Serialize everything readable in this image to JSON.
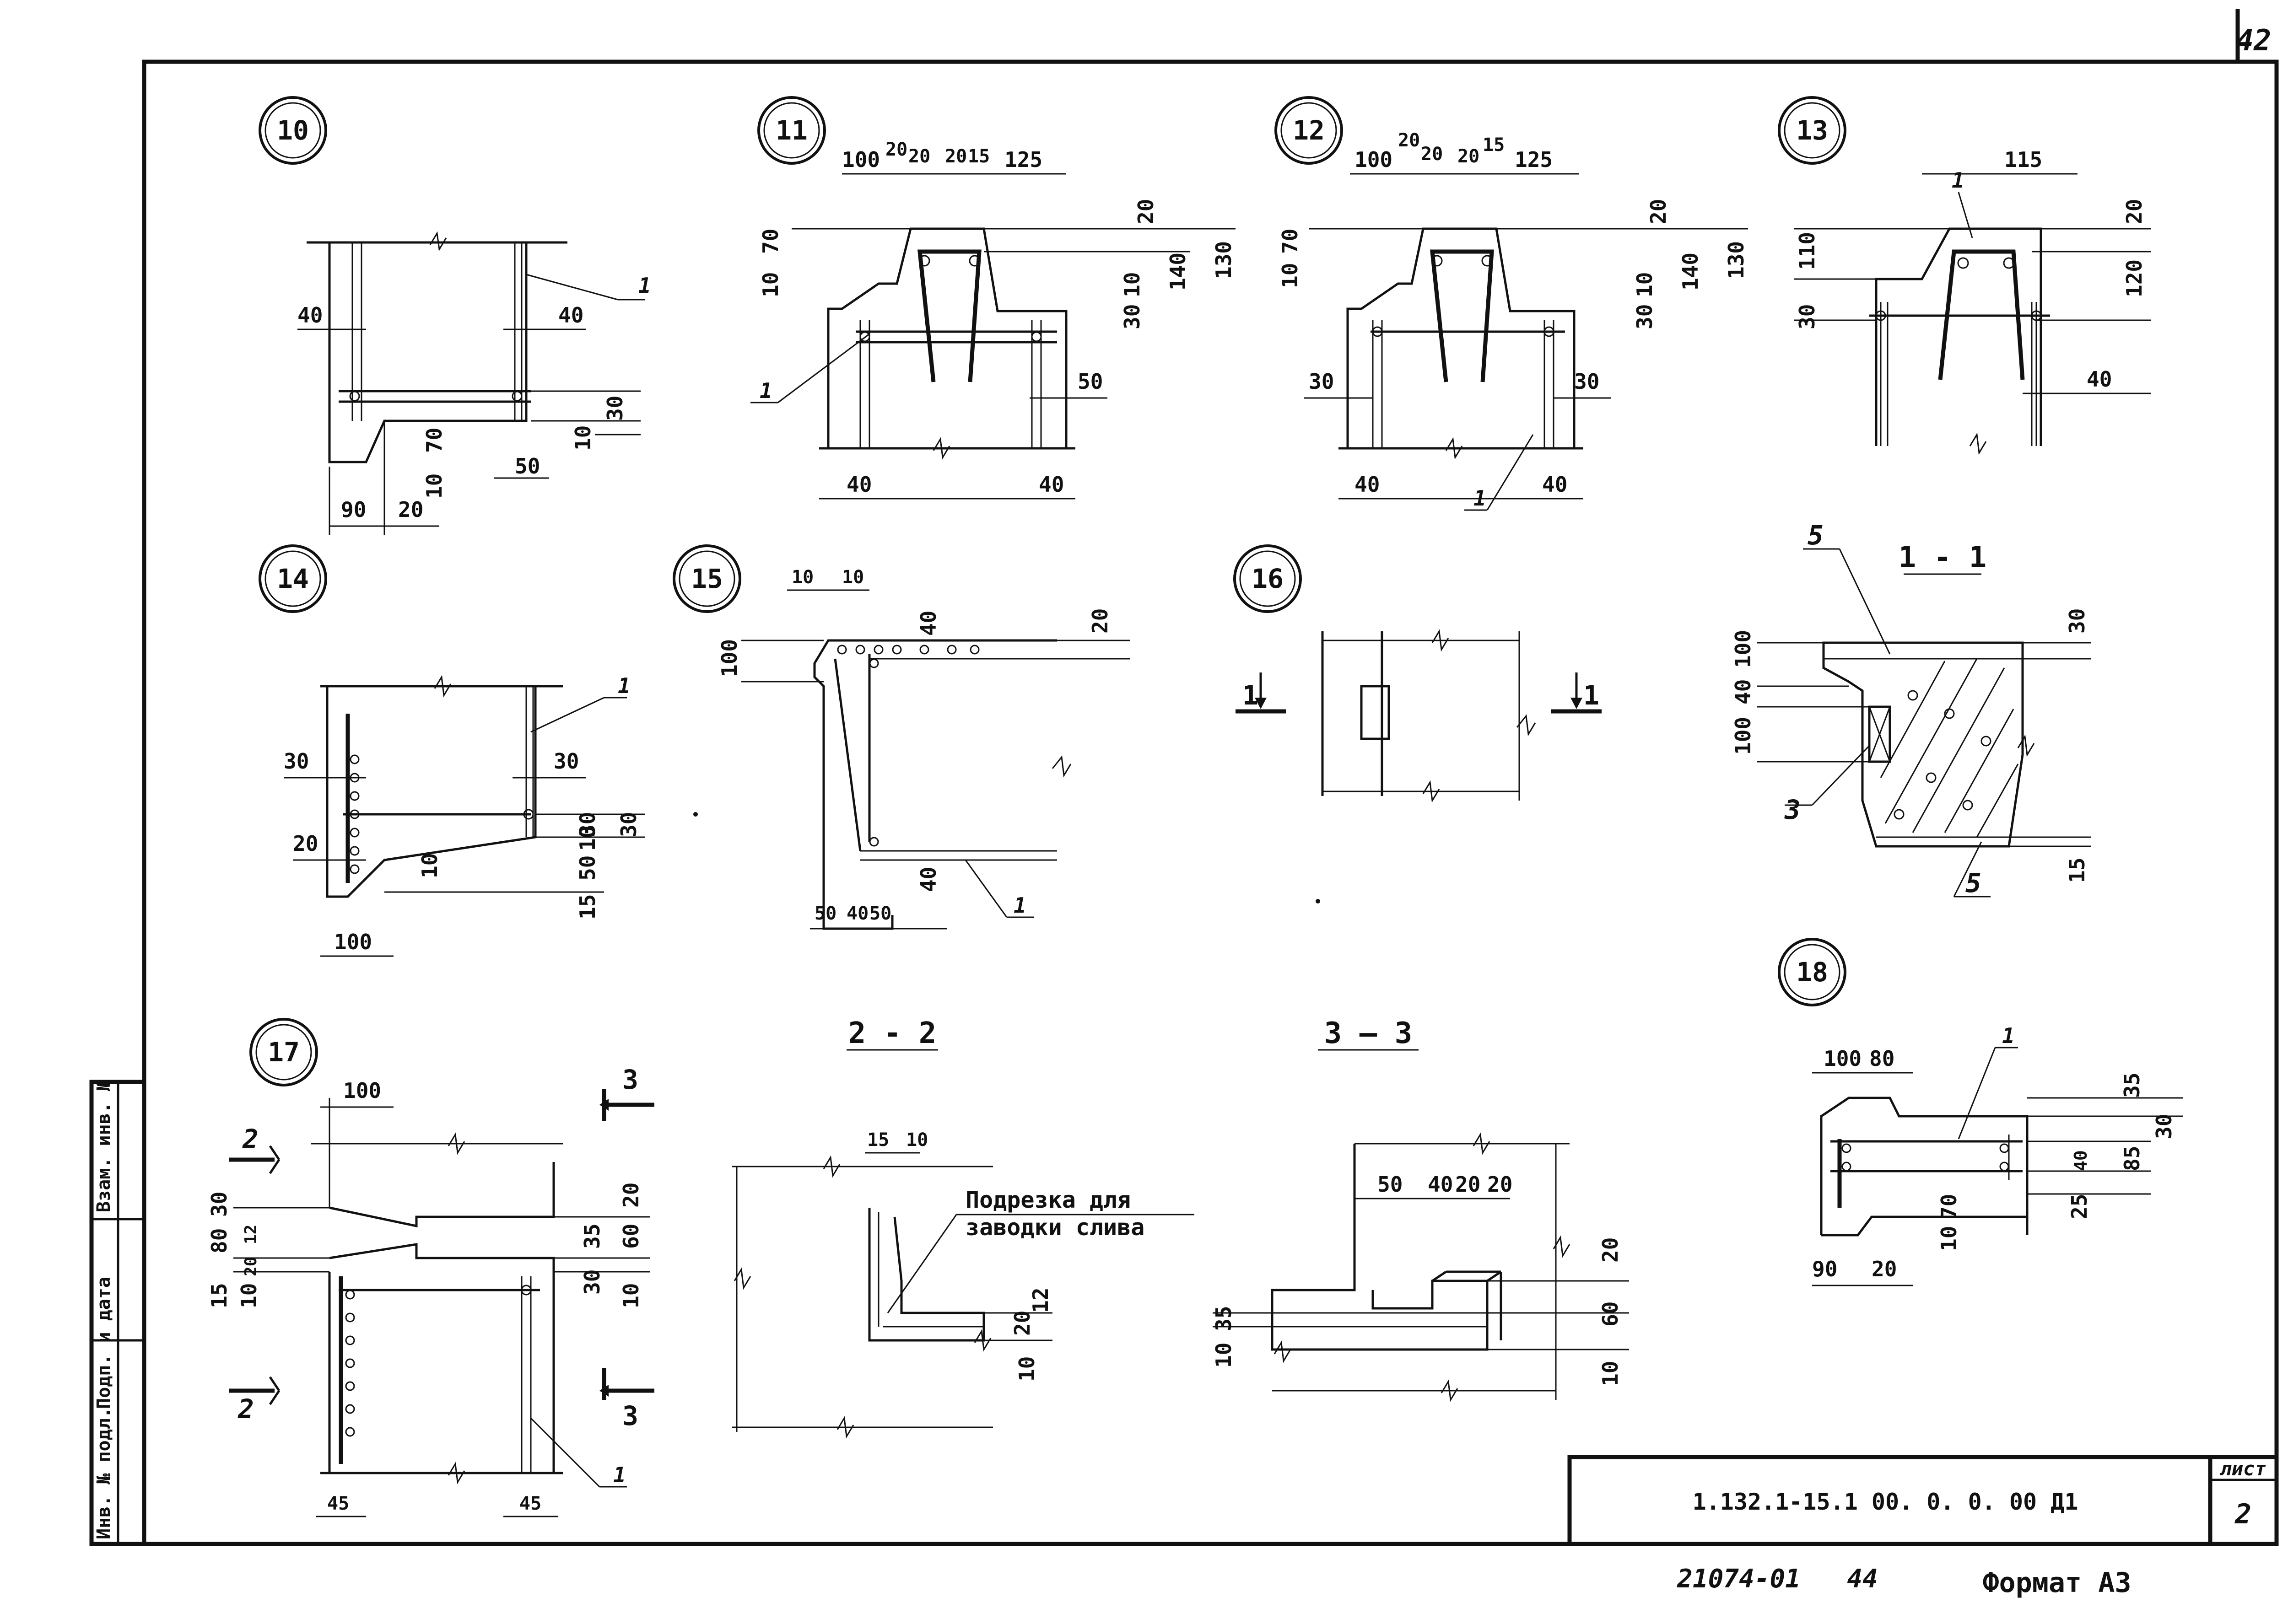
{
  "sheet": {
    "page_corner": "42",
    "page_bottom": "44",
    "inv_number": "21074-01",
    "format": "Формат А3"
  },
  "stamp": {
    "code": "1.132.1-15.1   00. 0. 0. 00 Д1",
    "sheet_label": "лист",
    "sheet_number": "2"
  },
  "side_stamp": {
    "cells": [
      "Инв. № подл.",
      "Подп. и дата",
      "Взам. инв. №"
    ]
  },
  "nodes": [
    {
      "id": "10"
    },
    {
      "id": "11"
    },
    {
      "id": "12"
    },
    {
      "id": "13"
    },
    {
      "id": "14"
    },
    {
      "id": "15"
    },
    {
      "id": "16"
    },
    {
      "id": "17"
    },
    {
      "id": "18"
    }
  ],
  "sections": {
    "s11": "1 - 1",
    "s22": "2 - 2",
    "s33": "3 — 3"
  },
  "notes": {
    "cut_line1": "Подрезка для",
    "cut_line2": "заводки слива"
  },
  "dims": {
    "n10": [
      "40",
      "40",
      "30",
      "10",
      "70",
      "10",
      "50",
      "90",
      "20",
      "1"
    ],
    "n11": [
      "100",
      "20",
      "20",
      "20",
      "15",
      "125",
      "20",
      "130",
      "140",
      "10",
      "30",
      "70",
      "10",
      "50",
      "40",
      "40",
      "1"
    ],
    "n12": [
      "100",
      "20",
      "20",
      "20",
      "15",
      "125",
      "20",
      "130",
      "140",
      "10",
      "30",
      "70",
      "10",
      "30",
      "30",
      "40",
      "40",
      "1",
      "1"
    ],
    "n13": [
      "115",
      "20",
      "120",
      "110",
      "30",
      "40",
      "1"
    ],
    "n14": [
      "30",
      "30",
      "20",
      "10",
      "30",
      "50",
      "30",
      "10",
      "15",
      "100",
      "1"
    ],
    "n15": [
      "10",
      "10",
      "40",
      "20",
      "100",
      "40",
      "50",
      "40",
      "50",
      "1"
    ],
    "n16": [
      "1",
      "1"
    ],
    "s11": [
      "30",
      "100",
      "40",
      "100",
      "15",
      "5",
      "3",
      "5"
    ],
    "n17": [
      "100",
      "30",
      "80",
      "12",
      "20",
      "15",
      "10",
      "20",
      "35",
      "60",
      "30",
      "10",
      "45",
      "45",
      "2",
      "2",
      "3",
      "3",
      "1"
    ],
    "s22": [
      "15",
      "10",
      "20",
      "12",
      "10"
    ],
    "s33": [
      "50",
      "40",
      "20",
      "20",
      "20",
      "60",
      "35",
      "10",
      "10"
    ],
    "n18": [
      "100",
      "80",
      "35",
      "30",
      "40",
      "85",
      "25",
      "70",
      "10",
      "90",
      "20",
      "1"
    ]
  }
}
